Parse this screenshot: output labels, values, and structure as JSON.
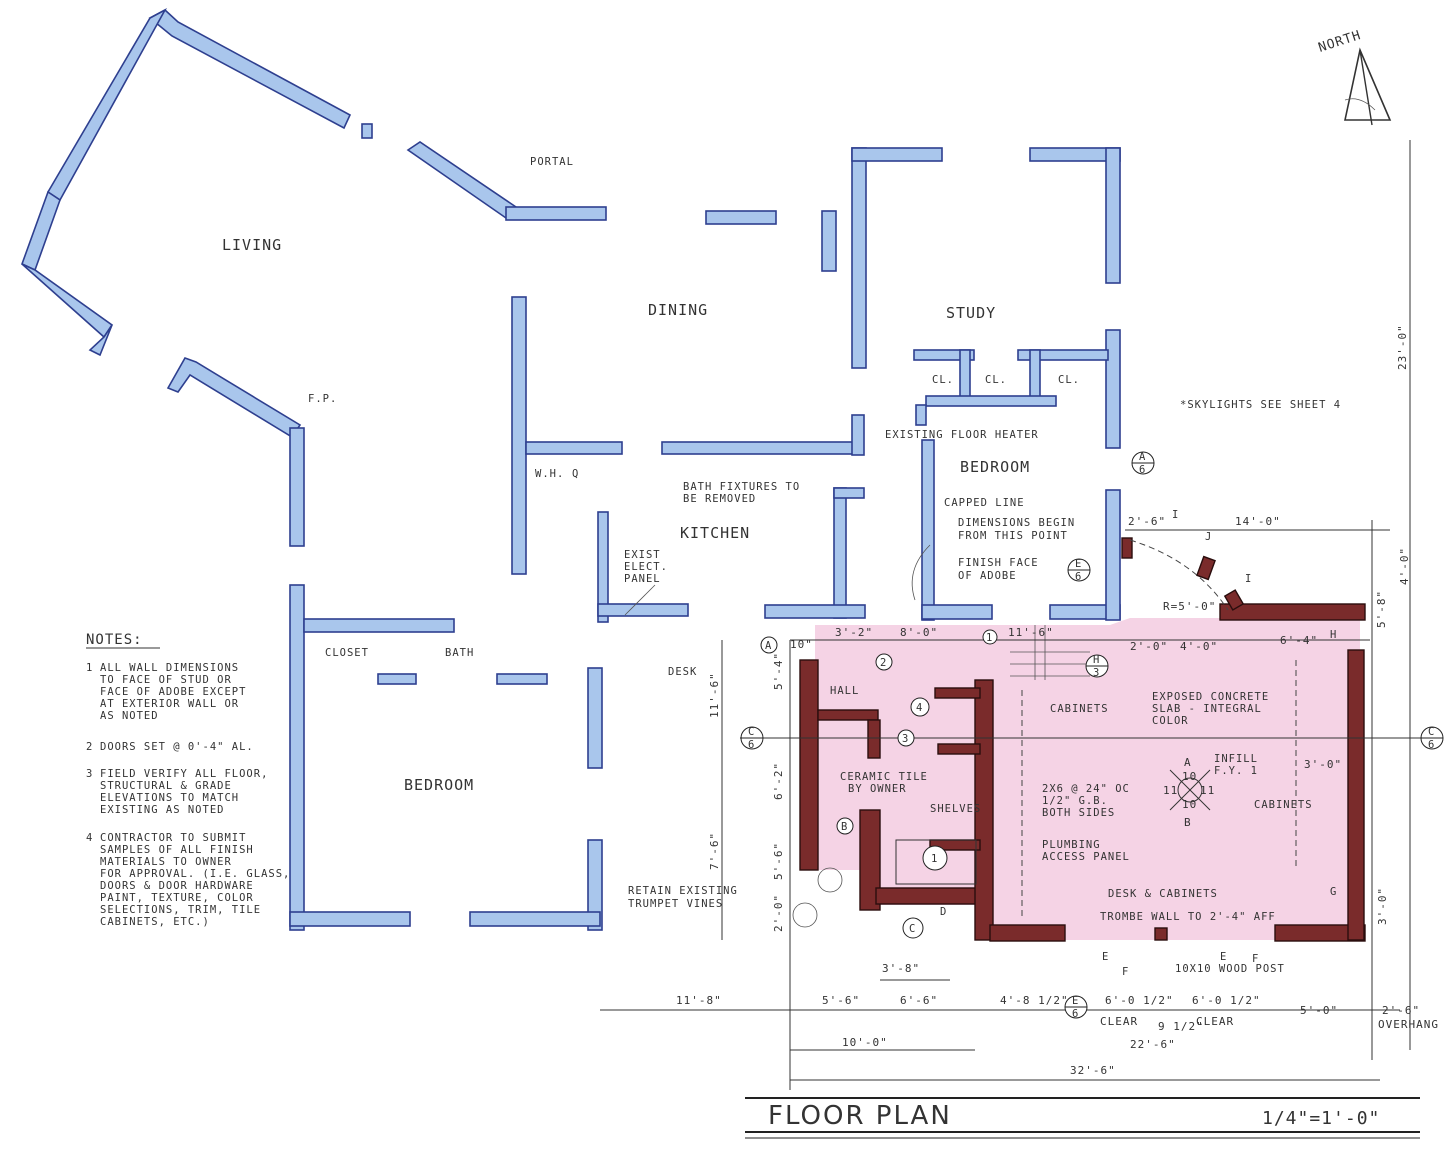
{
  "rooms": {
    "living": "LIVING",
    "portal": "PORTAL",
    "dining": "DINING",
    "study": "STUDY",
    "fp": "F.P.",
    "cl1": "CL.",
    "cl2": "CL.",
    "cl3": "CL.",
    "existing_floor_heater": "EXISTING FLOOR HEATER",
    "bedroom_upper": "BEDROOM",
    "wh": "W.H.",
    "q": "Q",
    "bath_fixtures": [
      "BATH FIXTURES TO",
      "BE REMOVED"
    ],
    "kitchen": "KITCHEN",
    "exist_elect_panel": [
      "EXIST",
      "ELECT.",
      "PANEL"
    ],
    "capped_line": "CAPPED LINE",
    "dimensions_begin": [
      "DIMENSIONS BEGIN",
      "FROM THIS POINT"
    ],
    "finish_face": [
      "FINISH FACE",
      "OF ADOBE"
    ],
    "closet": "CLOSET",
    "bath": "BATH",
    "desk": "DESK",
    "bedroom_lower": "BEDROOM",
    "skylight": "*SKYLIGHTS SEE SHEET 4",
    "hall": "HALL",
    "ceramic_tile": [
      "CERAMIC TILE",
      "BY OWNER"
    ],
    "shelves": "SHELVES",
    "cabinets_upper": "CABINETS",
    "exposed_concrete": [
      "EXPOSED CONCRETE",
      "SLAB - INTEGRAL",
      "COLOR"
    ],
    "framing": [
      "2X6 @ 24\" OC",
      "1/2\" G.B.",
      "BOTH SIDES"
    ],
    "plumbing": [
      "PLUMBING",
      "ACCESS PANEL"
    ],
    "cabinets_right": "CABINETS",
    "desk_cabinets": "DESK & CABINETS",
    "trombe_wall": "TROMBE WALL TO 2'-4\" AFF",
    "retain_vines": [
      "RETAIN EXISTING",
      "TRUMPET VINES"
    ],
    "wood_post": "10X10 WOOD POST",
    "infill": [
      "INFILL",
      "F.Y. 1"
    ]
  },
  "notes": {
    "title": "NOTES:",
    "items": [
      {
        "num": "1",
        "lines": [
          "ALL WALL DIMENSIONS",
          "TO FACE OF STUD OR",
          "FACE OF ADOBE EXCEPT",
          "AT EXTERIOR WALL OR",
          "AS NOTED"
        ]
      },
      {
        "num": "2",
        "lines": [
          "DOORS SET @ 0'-4\" AL."
        ]
      },
      {
        "num": "3",
        "lines": [
          "FIELD VERIFY ALL FLOOR,",
          "STRUCTURAL & GRADE",
          "ELEVATIONS TO MATCH",
          "EXISTING AS NOTED"
        ]
      },
      {
        "num": "4",
        "lines": [
          "CONTRACTOR TO SUBMIT",
          "SAMPLES OF ALL FINISH",
          "MATERIALS TO OWNER",
          "FOR APPROVAL. (I.E. GLASS,",
          "DOORS & DOOR HARDWARE",
          "PAINT, TEXTURE, COLOR",
          "SELECTIONS, TRIM, TILE",
          "CABINETS, ETC.)"
        ]
      }
    ]
  },
  "dimensions": {
    "d_14_0": "14'-0\"",
    "d_2_6_top": "2'-6\"",
    "d_4_0": "4'-0\"",
    "d_23_0": "23'-0\"",
    "d_3_2": "3'-2\"",
    "d_8_0": "8'-0\"",
    "d_11_6": "11'-6\"",
    "d_2_0": "2'-0\"",
    "d_4_0b": "4'-0\"",
    "d_6_4": "6'-4\"",
    "d_10": "10\"",
    "d_5_4": "5'-4\"",
    "d_11_6v": "11'-6\"",
    "d_6_2": "6'-2\"",
    "d_7_6": "7'-6\"",
    "d_5_6v": "5'-6\"",
    "d_2_0v": "2'-0\"",
    "d_3_0": "3'-0\"",
    "d_3_0v": "3'-0\"",
    "d_3_8": "3'-8\"",
    "d_11_8": "11'-8\"",
    "d_5_6": "5'-6\"",
    "d_6_6": "6'-6\"",
    "d_4_8": "4'-8 1/2\"",
    "d_6_0a": "6'-0 1/2\"",
    "d_6_0b": "6'-0 1/2\"",
    "clear": "CLEAR",
    "d_9": "9 1/2\"",
    "d_5_0": "5'-0\"",
    "d_2_6": "2'-6\"",
    "overhang": "OVERHANG",
    "d_10_0": "10'-0\"",
    "d_22_6": "22'-6\"",
    "d_32_6": "32'-6\"",
    "radius": "R=5'-0\"",
    "d_5_8": "5'-8\""
  },
  "tags": {
    "a": "A",
    "b": "B",
    "c": "C",
    "d": "D",
    "e": "E",
    "f": "F",
    "g": "G",
    "h": "H",
    "i": "I",
    "j": "J",
    "n1": "1",
    "n2": "2",
    "n3": "3",
    "n4": "4",
    "sec_a": "A",
    "sec_a_sheet": "6",
    "sec_c": "C",
    "sec_c_sheet": "6",
    "sec_e": "E",
    "sec_e_sheet": "6",
    "sec_h": "H",
    "sec_h_sheet": "3",
    "slope_a": "A",
    "slope_b": "B",
    "slope_10a": "10",
    "slope_10b": "10",
    "slope_11a": "11",
    "slope_11b": "11"
  },
  "north": "NORTH",
  "title_block": {
    "title": "FLOOR PLAN",
    "scale": "1/4\"=1'-0\""
  },
  "colors": {
    "existing_wall": "#a9c6ec",
    "new_wall": "#7a2b2b",
    "addition_fill": "#f2c4dc"
  }
}
